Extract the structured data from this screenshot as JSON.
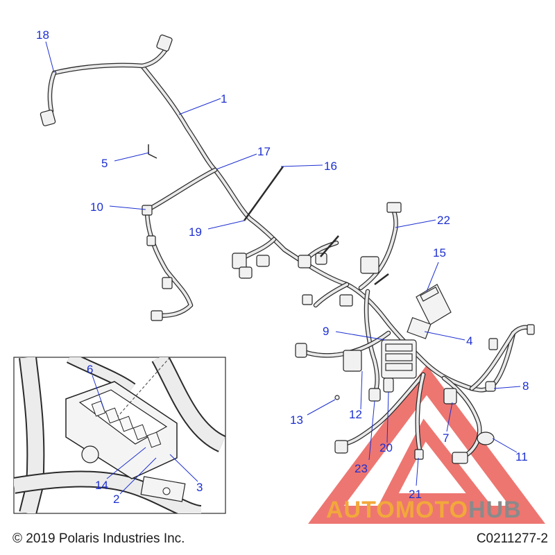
{
  "copyright": "© 2019 Polaris Industries Inc.",
  "figure_id": "C0211277-2",
  "watermark": {
    "part1": "AUTOMOTO",
    "part2": "HUB",
    "color_primary": "#f2a83b",
    "color_secondary": "#8a8a8a",
    "triangle_color": "#e8504a"
  },
  "callout_color": "#1c2fd1",
  "callouts": {
    "c1": "1",
    "c2": "2",
    "c3": "3",
    "c4": "4",
    "c5": "5",
    "c6": "6",
    "c7": "7",
    "c8": "8",
    "c9": "9",
    "c10": "10",
    "c11": "11",
    "c12": "12",
    "c13": "13",
    "c14": "14",
    "c15": "15",
    "c16": "16",
    "c17": "17",
    "c18": "18",
    "c19": "19",
    "c20": "20",
    "c21": "21",
    "c22": "22",
    "c23": "23"
  }
}
